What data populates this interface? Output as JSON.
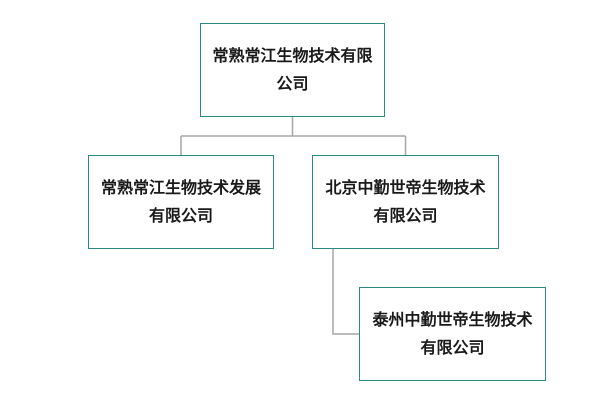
{
  "org_chart": {
    "colors": {
      "node_border": "#2a8a83",
      "connector": "#a6a6a6",
      "text": "#1a1a1a"
    },
    "nodes": {
      "root": {
        "line1": "常熟常江生物技术有限",
        "line2": "公司"
      },
      "fazhan": {
        "line1": "常熟常江生物技术发展",
        "line2": "有限公司"
      },
      "beijing": {
        "line1": "北京中勤世帝生物技术",
        "line2": "有限公司"
      },
      "taizhou": {
        "line1": "泰州中勤世帝生物技术",
        "line2": "有限公司"
      }
    }
  }
}
